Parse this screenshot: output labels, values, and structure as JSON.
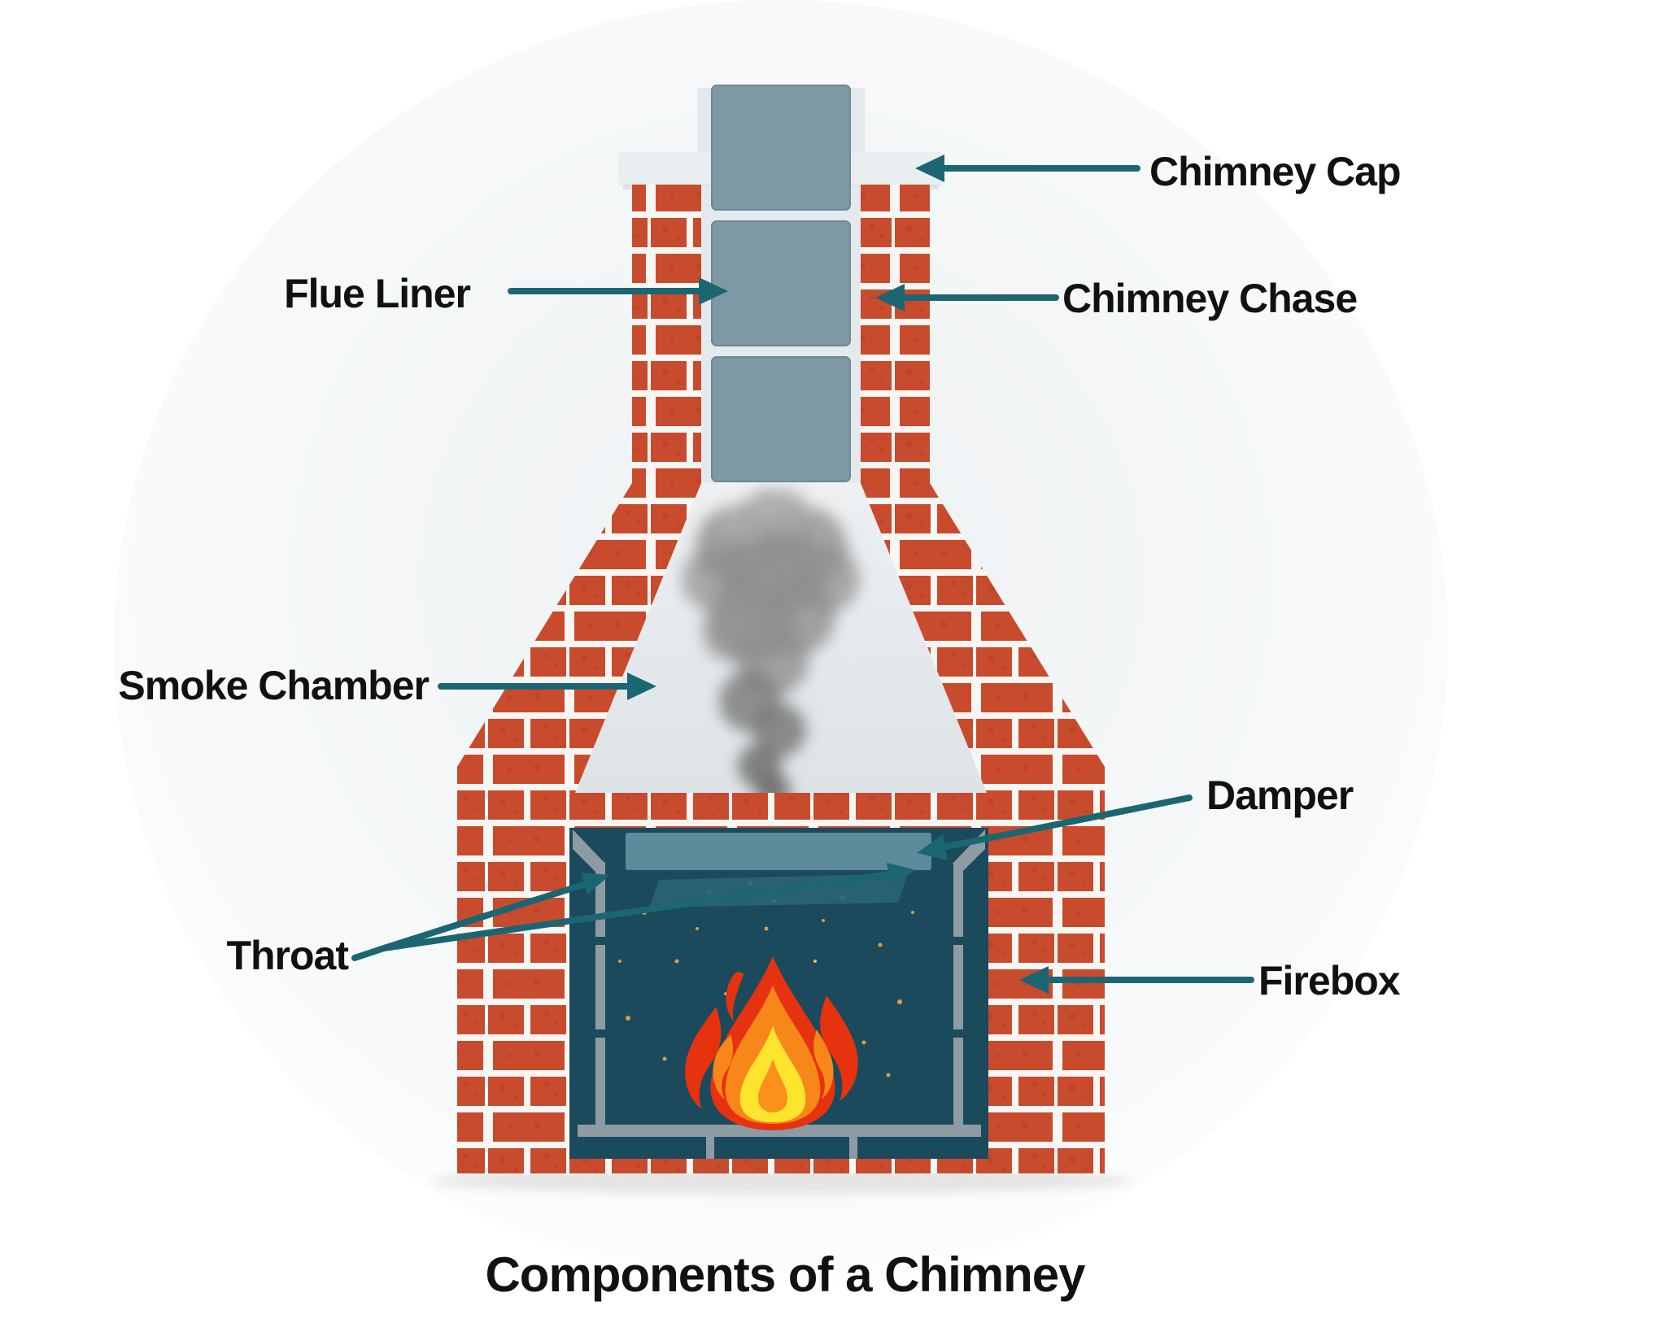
{
  "title": "Components of a Chimney",
  "labels": [
    {
      "id": "chimney-cap",
      "text": "Chimney Cap"
    },
    {
      "id": "flue-liner",
      "text": "Flue Liner"
    },
    {
      "id": "chimney-chase",
      "text": "Chimney Chase"
    },
    {
      "id": "smoke-chamber",
      "text": "Smoke Chamber"
    },
    {
      "id": "damper",
      "text": "Damper"
    },
    {
      "id": "throat",
      "text": "Throat"
    },
    {
      "id": "firebox",
      "text": "Firebox"
    }
  ],
  "colors": {
    "brick": "#c84b2d",
    "brick_speck": "#8a301c",
    "mortar": "#f8f6f3",
    "flue_tile": "#7e99a4",
    "flue_tile_edge": "#6d8894",
    "cap": "#e9eef1",
    "collar": "#e3e9ec",
    "chamber_light": "#eef0f2",
    "chamber_dark": "#dde3e6",
    "firebox": "#1a4a5c",
    "frame_gray": "#8e9ba3",
    "damper_panel": "#5f8e9d",
    "throat_panel": "#2a6474",
    "arrow": "#1c6673",
    "text": "#111111",
    "flame_red": "#e6320f",
    "flame_orange": "#f8871a",
    "flame_yellow": "#ffe42d",
    "spark": "#f2a545",
    "smoke": "#8f8f8f"
  }
}
